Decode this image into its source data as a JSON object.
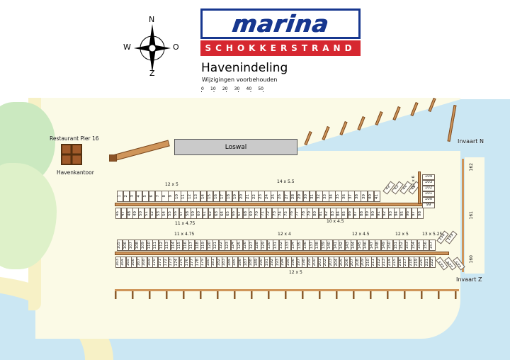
{
  "compass": {
    "north": "N",
    "east": "O",
    "south": "Z",
    "west": "W"
  },
  "logo": {
    "brand": "marina",
    "banner": "SCHOKKERSTRAND"
  },
  "title": "Havenindeling",
  "subtitle": "Wijzigingen voorbehouden",
  "scale_ticks": [
    "0",
    "10",
    "20",
    "30",
    "40",
    "50"
  ],
  "map": {
    "labels": {
      "restaurant": "Restaurant Pier 16",
      "harbor_office": "Havenkantoor",
      "quay": "Loswal",
      "entrance_north": "Invaart N",
      "entrance_south": "Invaart Z"
    },
    "size_labels": {
      "pier_a_top_left": "12 x 5",
      "pier_a_top_right": "14 x 5.5",
      "pier_a_bottom_left": "11 x 4.75",
      "pier_a_bottom_right": "10 x 4.5",
      "pier_b_top_1": "11 x 4.75",
      "pier_b_top_2": "12 x 4",
      "pier_b_top_3": "12 x 4.5",
      "pier_b_top_4": "12 x 5",
      "pier_b_top_5": "13 x 5.25",
      "pier_b_bottom": "12 x 5",
      "east_basin": "11 x 6"
    },
    "berths": {
      "pier_a_top": {
        "start": 1,
        "end": 41
      },
      "pier_a_diagonal": [
        42,
        43,
        44,
        45
      ],
      "pier_a_bottom": {
        "start": 46,
        "end": 98
      },
      "east_column": [
        104,
        103,
        102,
        101,
        100,
        99
      ],
      "pier_b_top": {
        "start": 105,
        "end": 157
      },
      "pier_b_diagonal_top": [
        158,
        159
      ],
      "breakwater": [
        "162",
        "161",
        "160"
      ],
      "pier_b_bottom": {
        "start": 163,
        "end": 222
      },
      "pier_b_diagonal_bottom": [
        223,
        224,
        225
      ]
    },
    "colors": {
      "water": "#cbe7f3",
      "land": "#fbfae6",
      "green_dark": "#cbe9c0",
      "green_light": "#def1c9",
      "road": "#f7f1c6",
      "pier": "#cf955a",
      "pier_border": "#7a4a21",
      "quay_gray": "#cacaca",
      "logo_blue": "#17378f",
      "logo_red": "#d62730"
    }
  }
}
